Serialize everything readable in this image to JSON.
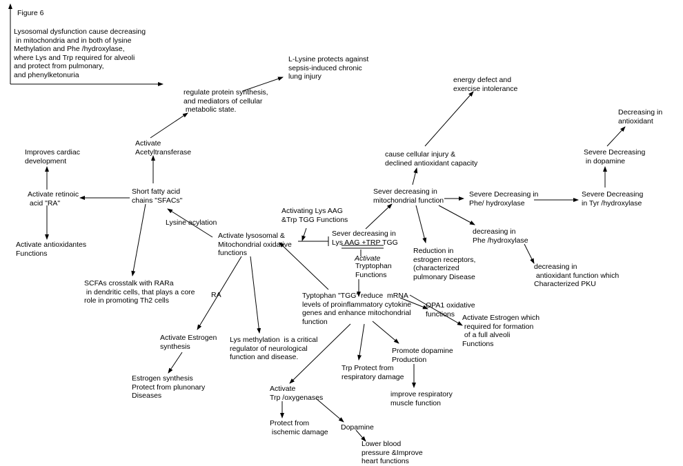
{
  "figure_label": "Figure 6",
  "intro": "Lysosomal dysfunction cause decreasing\n in mitochondria and in both of lysine\nMethylation and Phe /hydroxylase,\nwhere Lys and Trp required for alveoli\nand protect from pulmonary,\nand phenylketonuria",
  "nodes": {
    "l_lysine": "L-Lysine protects against\nsepsis-induced chronic\nlung injury",
    "regulate_protein": "regulate protein synthesis,\nand mediators of cellular\n metabolic state.",
    "energy_defect": "energy defect and\nexercise intolerance",
    "decreasing_antioxidant": "Decreasing in\nantioxidant",
    "activate_acetyl": "Activate\nAcetyltransferase",
    "cause_injury": "cause cellular injury &\ndeclined antioxidant capacity",
    "severe_dopamine": "Severe Decreasing\n in dopamine",
    "improves_cardiac": "Improves cardiac\ndevelopment",
    "activate_ra": "Activate retinoic\n acid \"RA\"",
    "sfacs": "Short fatty acid\nchains \"SFACs\"",
    "sever_mito": "Sever decreasing in\nmitochondrial function",
    "severe_phe": "Severe Decreasing in\nPhe/ hydroxylase",
    "severe_tyr": "Severe Decreasing\nin Tyr /hydroxylase",
    "activating_lys": "Activating Lys AAG\n&Trp TGG Functions",
    "lysine_acylation": "Lysine acylation",
    "sever_lys": "Sever decreasing in\nLys AAG +TRP TGG",
    "activate_lysosomal": "Activate lysosomal &\nMitochondrial oxidative\nfunctions",
    "decreasing_phe": "decreasing in\nPhe /hydroxylase",
    "activate_antiox": "Activate antioxidantes\nFunctions",
    "activate_word": "Activate",
    "tryptophan_functions": "Tryptophan\nFunctions",
    "reduction_estrogen": "Reduction in\nestrogen receptors,\n(characterized\npulmonary Disease",
    "decreasing_pku": "decreasing in\n antioxidant function which\nCharacterized PKU",
    "scfas_crosstalk": "SCFAs crosstalk with RARa\n in dendritic cells, that plays a core\nrole in promoting Th2 cells",
    "ra": "RA",
    "tgg_reduce": "Typtophan \"TGG\" reduce  mRNA\nlevels of proinflammatory cytokine\ngenes and enhance mitochondrial\nfunction",
    "opa1": "OPA1 oxidative\nfunctions",
    "activate_estrogen_alveoli": "Activate Estrogen which\n required for formation\n of a full alveoli\nFunctions",
    "activate_estrogen_synth": "Activate Estrogen\nsynthesis",
    "lys_methylation": "Lys methylation  is a critical\nregulator of neurological\nfunction and disease.",
    "promote_dopamine": "Promote dopamine\nProduction",
    "trp_protect": "Trp Protect from\nrespiratory damage",
    "estrogen_protect": "Estrogen synthesis\nProtect from plunonary\nDiseases",
    "activate_trp_oxy": "Activate\nTrp /oxygenases",
    "improve_resp": "improve respiratory\nmuscle function",
    "protect_ischemic": "Protect from\n ischemic damage",
    "dopamine": "Dopamine",
    "lower_bp": "Lower blood\npressure &Improve\nheart functions"
  }
}
